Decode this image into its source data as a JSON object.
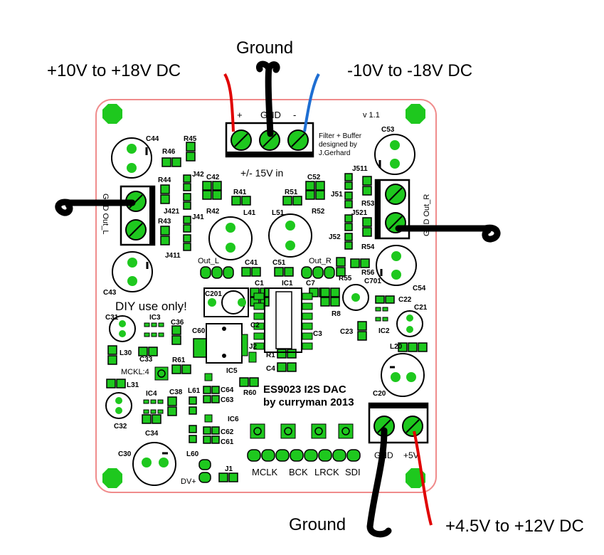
{
  "annotations": {
    "top_ground": "Ground",
    "positive_supply": "+10V to +18V DC",
    "negative_supply": "-10V to -18V DC",
    "bottom_ground": "Ground",
    "dac_supply": "+4.5V to +12V DC"
  },
  "board": {
    "version": "v 1.1",
    "designer_line1": "Filter + Buffer",
    "designer_line2": "designed by",
    "designer_line3": "J.Gerhard",
    "supply_label": "+/- 15V in",
    "psu_plus": "+",
    "psu_gnd": "GND",
    "psu_minus": "-",
    "diy_text": "DIY use only!",
    "dac_title": "ES9023 I2S DAC",
    "dac_author": "by curryman 2013",
    "out_l": "GND Out_L",
    "out_r": "GND Out_R",
    "gnd_5v": "GND",
    "plus_5v": "+5V",
    "bus_labels": [
      "MCLK",
      "BCK",
      "LRCK",
      "SDI"
    ],
    "mckl": "MCKL:4",
    "dv_plus": "DV+",
    "out_l_header": "Out_L",
    "out_r_header": "Out_R"
  },
  "designators": {
    "c44": "C44",
    "r45": "R45",
    "r46": "R46",
    "r44": "R44",
    "j42": "J42",
    "c42": "C42",
    "r41": "R41",
    "j421": "J421",
    "r42": "R42",
    "l41": "L41",
    "r43": "R43",
    "j41": "J41",
    "j411": "J411",
    "c43": "C43",
    "c41": "C41",
    "c53": "C53",
    "j511": "J511",
    "c52": "C52",
    "r51": "R51",
    "j51": "J51",
    "r53": "R53",
    "l51": "L51",
    "r52": "R52",
    "j521": "J521",
    "j52": "J52",
    "r54": "R54",
    "c51": "C51",
    "r56": "R56",
    "r55": "R55",
    "c54": "C54",
    "c701": "C701",
    "c1": "C1",
    "ic1": "IC1",
    "c7": "C7",
    "c201": "C201",
    "c2": "C2",
    "r8": "R8",
    "c22": "C22",
    "c21": "C21",
    "c23": "C23",
    "ic2": "IC2",
    "c3": "C3",
    "c31": "C31",
    "ic3": "IC3",
    "c36": "C36",
    "c60": "C60",
    "l30": "L30",
    "c33": "C33",
    "r61": "R61",
    "j2": "J2",
    "r1": "R1",
    "c4": "C4",
    "l20": "L20",
    "ic5": "IC5",
    "l31": "L31",
    "r60": "R60",
    "c64": "C64",
    "c63": "C63",
    "l61": "L61",
    "c20": "C20",
    "ic4": "IC4",
    "c38": "C38",
    "c32": "C32",
    "c34": "C34",
    "ic6": "IC6",
    "c62": "C62",
    "c61": "C61",
    "c30": "C30",
    "l60": "L60",
    "j1": "J1"
  },
  "colors": {
    "pad": "#1ec81e",
    "silkscreen": "#000000",
    "outline": "#f08c8c",
    "wire_positive": "#e00000",
    "wire_negative": "#1e6ed2",
    "wire_ground": "#000000"
  }
}
